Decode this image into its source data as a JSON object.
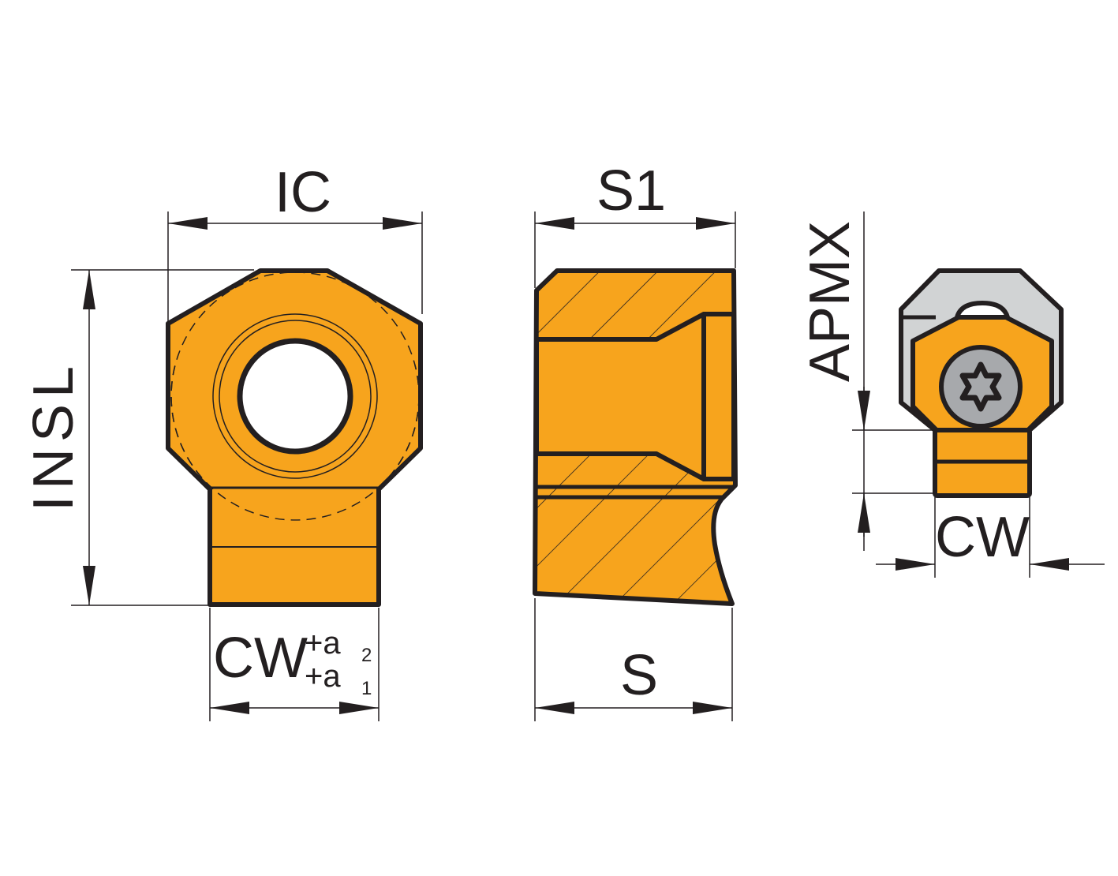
{
  "title": "Grooving insert dimension drawing",
  "colors": {
    "insert": "#F7A41D",
    "outline": "#231F20",
    "holder": "#D1D3D4",
    "screw": "#A7A9AC"
  },
  "front_view": {
    "ic_label": "IC",
    "insl_label": "INSL",
    "cw_label": "CW",
    "tol_upper": "+a",
    "tol_upper_idx": "2",
    "tol_lower": "+a",
    "tol_lower_idx": "1"
  },
  "side_view": {
    "s1_label": "S1",
    "s_label": "S"
  },
  "assembly_view": {
    "apmx_label": "APMX",
    "cw_label": "CW",
    "screw_icon": "torx-screw"
  }
}
